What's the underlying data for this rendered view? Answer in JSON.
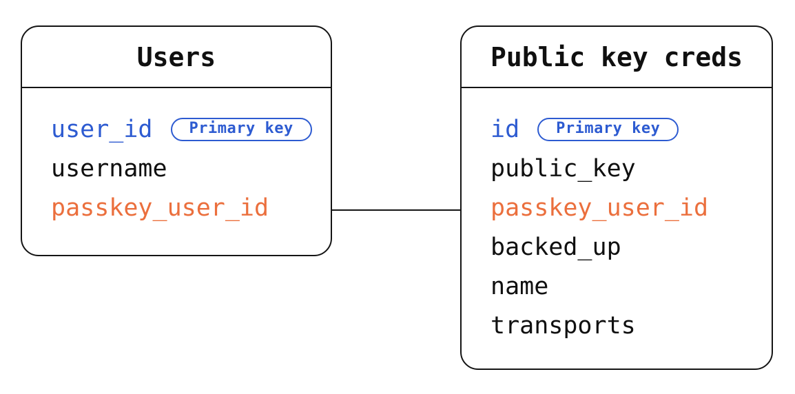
{
  "diagram": {
    "colors": {
      "blue": "#2d5bd1",
      "orange": "#eb6f3d",
      "ink": "#101010",
      "line": "#141414",
      "background": "#ffffff"
    },
    "relationship": {
      "from_table": "Users",
      "from_field": "passkey_user_id",
      "to_table": "Public key creds",
      "to_field": "passkey_user_id"
    },
    "tables": [
      {
        "title": "Users",
        "fields": [
          {
            "name": "user_id",
            "color": "blue",
            "badge": "Primary key"
          },
          {
            "name": "username",
            "color": "black"
          },
          {
            "name": "passkey_user_id",
            "color": "orange"
          }
        ]
      },
      {
        "title": "Public key creds",
        "fields": [
          {
            "name": "id",
            "color": "blue",
            "badge": "Primary key"
          },
          {
            "name": "public_key",
            "color": "black"
          },
          {
            "name": "passkey_user_id",
            "color": "orange"
          },
          {
            "name": "backed_up",
            "color": "black"
          },
          {
            "name": "name",
            "color": "black"
          },
          {
            "name": "transports",
            "color": "black"
          }
        ]
      }
    ]
  }
}
